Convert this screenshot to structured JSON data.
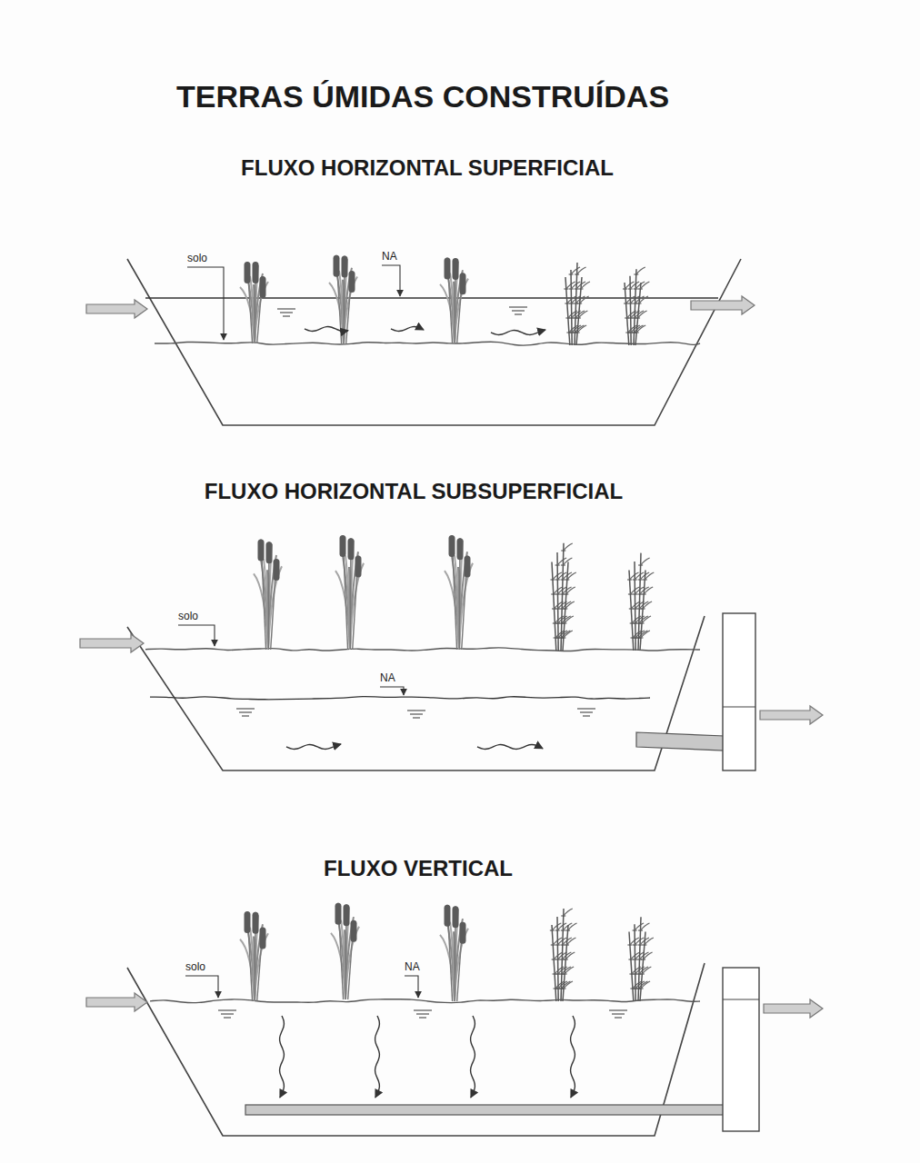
{
  "diagram": {
    "title": "TERRAS ÚMIDAS CONSTRUÍDAS",
    "labels": [
      "FLUXO HORIZONTAL SUPERFICIAL",
      "solo",
      "NA",
      "FLUXO HORIZONTAL SUBSUPERFICIAL",
      "solo",
      "NA",
      "FLUXO VERTICAL",
      "solo",
      "NA"
    ]
  }
}
